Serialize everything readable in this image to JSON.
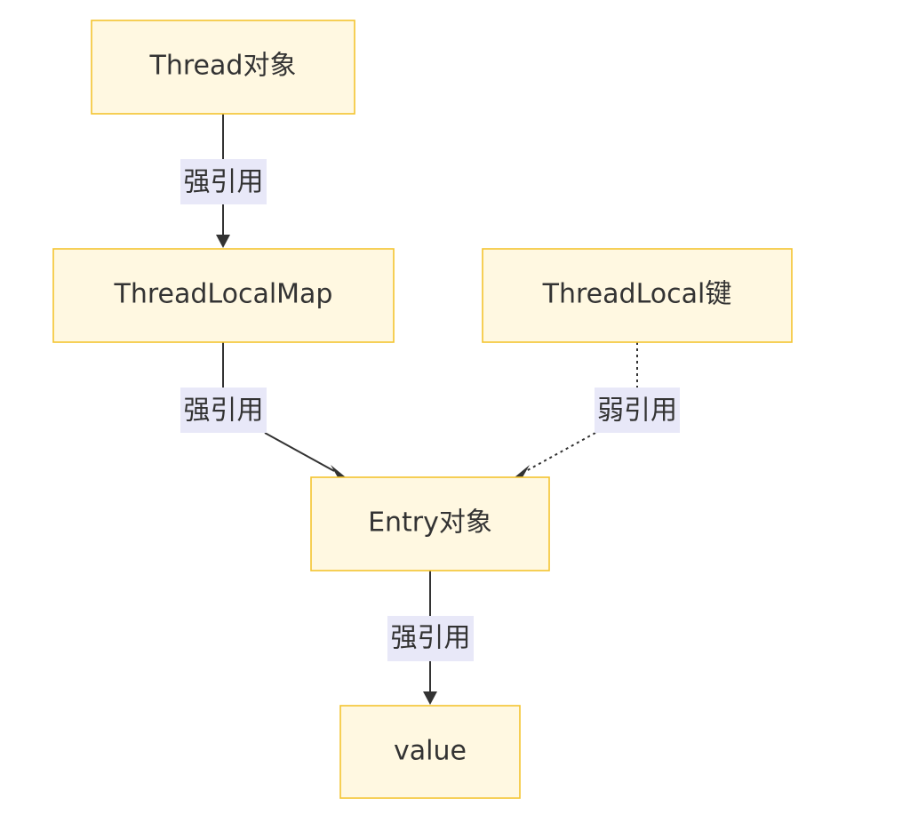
{
  "nodes": {
    "thread": "Thread对象",
    "thread_local_map": "ThreadLocalMap",
    "thread_local_key": "ThreadLocal键",
    "entry": "Entry对象",
    "value": "value"
  },
  "edges": {
    "thread_to_map": "强引用",
    "map_to_entry": "强引用",
    "key_to_entry": "弱引用",
    "entry_to_value": "强引用"
  },
  "colors": {
    "node_fill": "#fff8e1",
    "node_border": "#f4c430",
    "label_bg": "#e8e8f8",
    "line": "#333333",
    "text": "#333333"
  }
}
